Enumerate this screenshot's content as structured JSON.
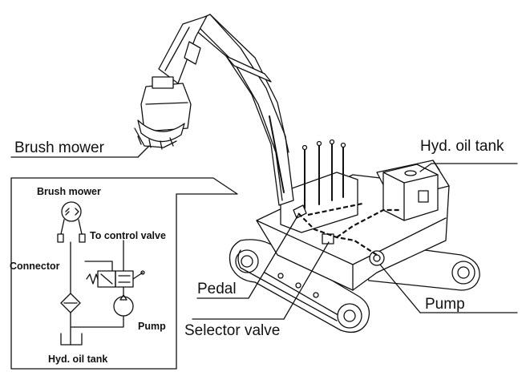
{
  "labels": {
    "brush_mower": "Brush mower",
    "hyd_oil_tank": "Hyd. oil tank",
    "pedal": "Pedal",
    "selector_valve": "Selector valve",
    "pump": "Pump"
  },
  "inset": {
    "brush_mower": "Brush mower",
    "to_control_valve": "To control valve",
    "connector": "Connector",
    "pump": "Pump",
    "hyd_oil_tank": "Hyd. oil tank"
  }
}
